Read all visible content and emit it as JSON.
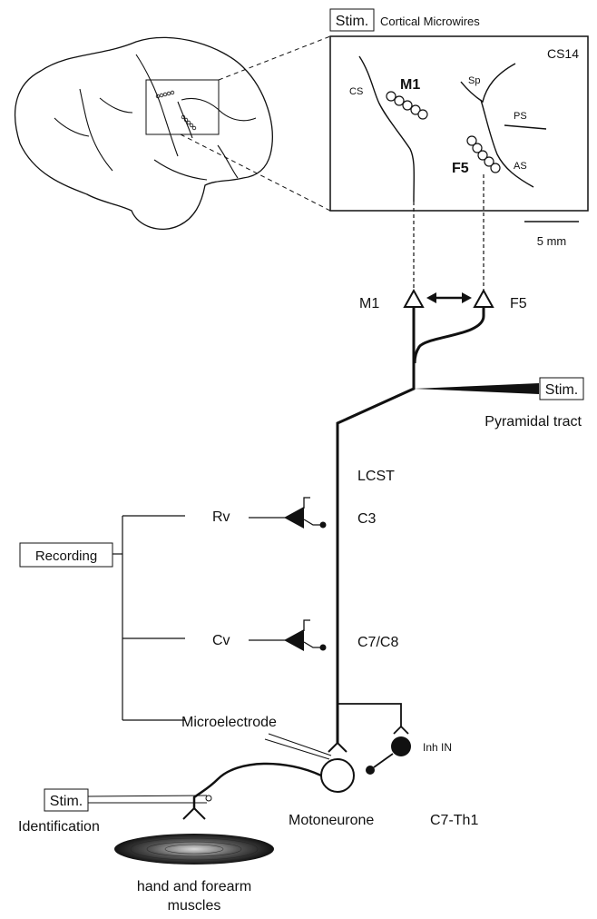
{
  "header": {
    "stim_label": "Stim.",
    "cortical_label": "Cortical Microwires"
  },
  "inset": {
    "id": "CS14",
    "cs": "CS",
    "m1": "M1",
    "sp": "Sp",
    "ps": "PS",
    "f5": "F5",
    "as": "AS",
    "scale": "5 mm"
  },
  "circuit": {
    "m1": "M1",
    "f5": "F5",
    "stim": "Stim.",
    "pyramidal": "Pyramidal tract",
    "lcst": "LCST",
    "rv": "Rv",
    "c3": "C3",
    "recording": "Recording",
    "cv": "Cv",
    "c7c8": "C7/C8",
    "microelectrode": "Microelectrode",
    "inh_in": "Inh IN",
    "stim_id": "Stim.",
    "identification": "Identification",
    "motoneurone": "Motoneurone",
    "c7th1": "C7-Th1",
    "muscles_line1": "hand and forearm",
    "muscles_line2": "muscles"
  }
}
